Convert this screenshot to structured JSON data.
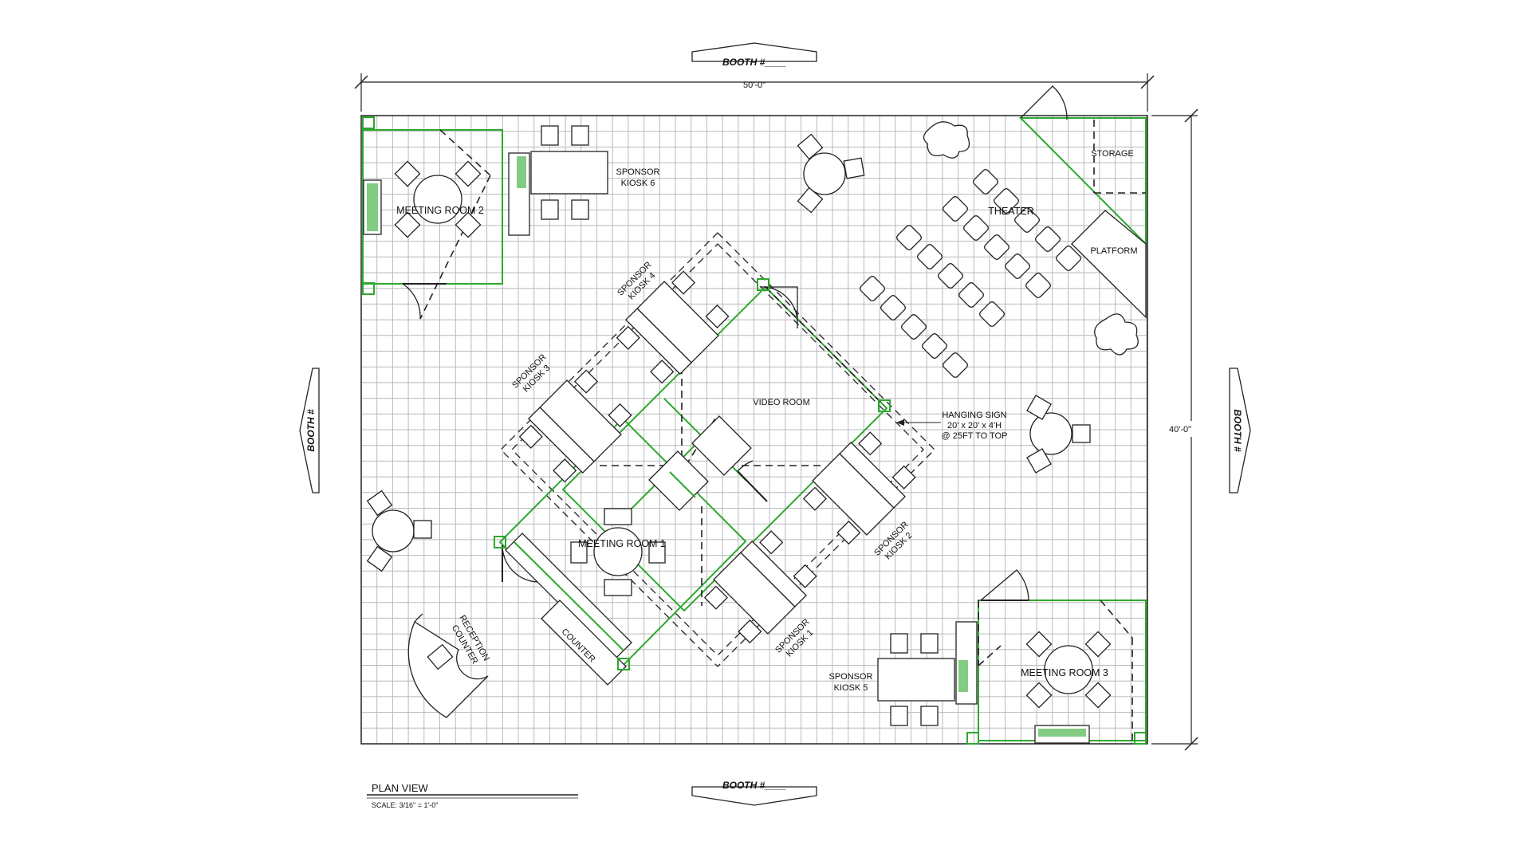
{
  "title": {
    "plan_view": "PLAN VIEW",
    "scale": "SCALE: 3/16\" = 1'-0\""
  },
  "booth_labels": {
    "top": "BOOTH #____",
    "bottom": "BOOTH #____",
    "left": "BOOTH #",
    "right": "BOOTH #"
  },
  "dimensions": {
    "width": "50'-0\"",
    "depth": "40'-0\""
  },
  "rooms": {
    "meeting_room_1": "MEETING ROOM 1",
    "meeting_room_2": "MEETING ROOM 2",
    "meeting_room_3": "MEETING ROOM 3",
    "video_room": "VIDEO ROOM",
    "theater": "THEATER",
    "storage": "STORAGE",
    "platform": "PLATFORM",
    "counter": "COUNTER",
    "reception_counter_line1": "RECEPTION",
    "reception_counter_line2": "COUNTER"
  },
  "kiosks": {
    "k1_line1": "SPONSOR",
    "k1_line2": "KIOSK 1",
    "k2_line1": "SPONSOR",
    "k2_line2": "KIOSK 2",
    "k3_line1": "SPONSOR",
    "k3_line2": "KIOSK 3",
    "k4_line1": "SPONSOR",
    "k4_line2": "KIOSK 4",
    "k5_line1": "SPONSOR",
    "k5_line2": "KIOSK 5",
    "k6_line1": "SPONSOR",
    "k6_line2": "KIOSK 6"
  },
  "hanging_sign": {
    "line1": "HANGING SIGN",
    "line2": "20' x 20' x 4'H",
    "line3": "@ 25FT TO TOP"
  },
  "colors": {
    "wall_green": "#2ea82e",
    "grid": "#b9b9b9",
    "ink": "#222222"
  }
}
